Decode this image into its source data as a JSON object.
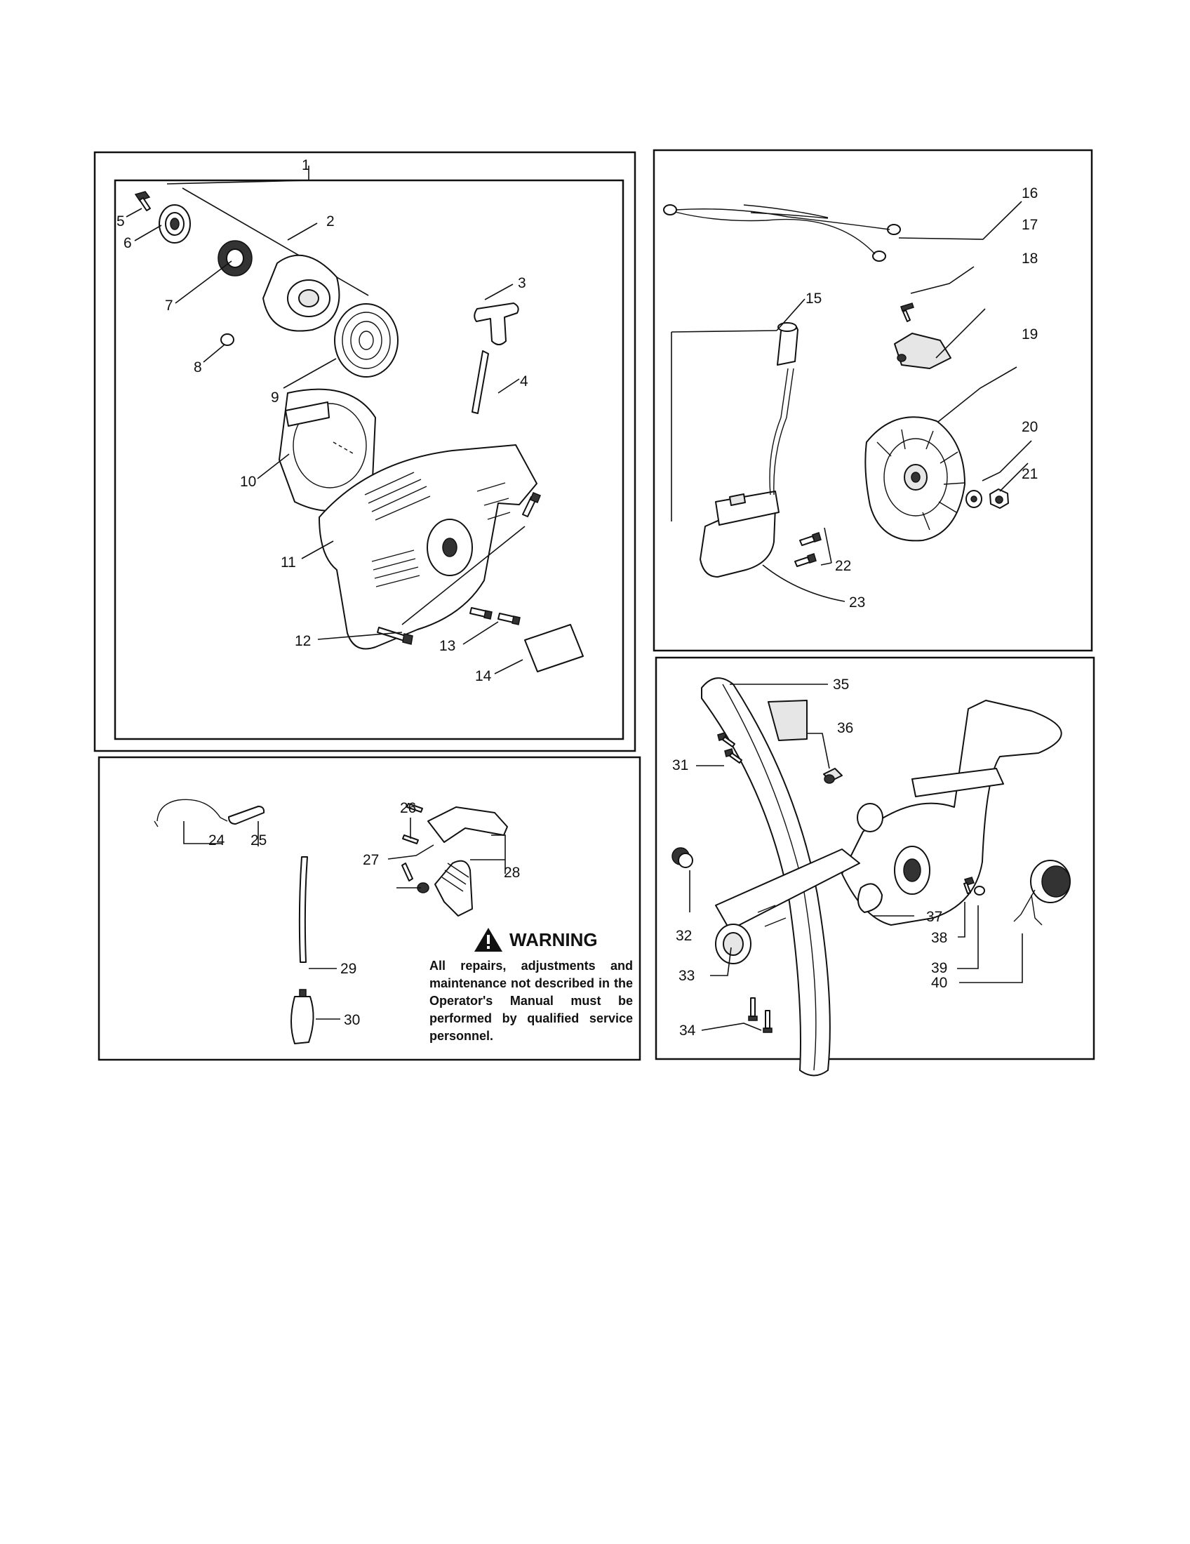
{
  "callouts": [
    "1",
    "2",
    "3",
    "4",
    "5",
    "6",
    "7",
    "8",
    "9",
    "10",
    "11",
    "12",
    "13",
    "14",
    "15",
    "16",
    "17",
    "18",
    "19",
    "20",
    "21",
    "22",
    "23",
    "24",
    "25",
    "26",
    "27",
    "28",
    "29",
    "30",
    "31",
    "32",
    "33",
    "34",
    "35",
    "36",
    "37",
    "38",
    "39",
    "40"
  ],
  "warning": {
    "icon": "warning-triangle-icon",
    "title": "WARNING",
    "text": "All repairs, adjustments and maintenance not described in the Operator's Manual must be performed by qualified service personnel."
  }
}
